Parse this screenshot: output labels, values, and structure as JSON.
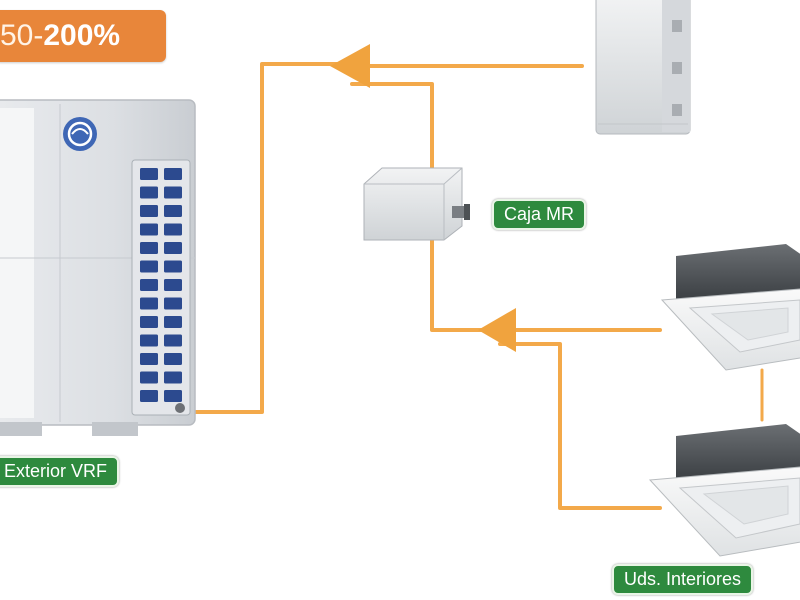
{
  "capacity_badge": {
    "prefix": "50-",
    "value": "200%"
  },
  "labels": {
    "mr_box": "Caja MR",
    "outdoor_unit": "Exterior VRF",
    "indoor_units": "Uds. Interiores"
  },
  "colors": {
    "pipe": "#f3a94a",
    "arrow": "#f0a33e",
    "badge": "#e8863a",
    "label": "#2e8a3e",
    "fan": "#2c4a8f"
  },
  "icons": [
    "brand-logo-icon"
  ]
}
